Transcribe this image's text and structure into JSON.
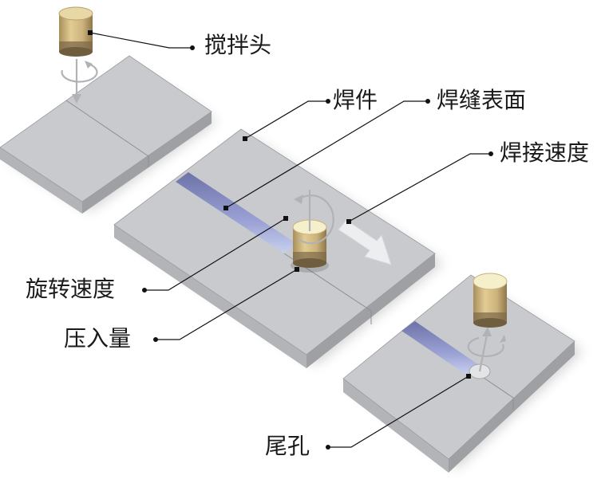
{
  "title": "搅拌摩擦焊接过程示意图",
  "labels": {
    "tool": "搅拌头",
    "workpiece": "焊件",
    "weld_surface": "焊缝表面",
    "welding_speed": "焊接速度",
    "rotation_speed": "旋转速度",
    "plunge_depth": "压入量",
    "exit_hole": "尾孔"
  },
  "stages": [
    "plunge",
    "traverse",
    "retract"
  ],
  "colors": {
    "plate_top": "#c9cacd",
    "plate_side": "#a9aaae",
    "weld": "#8f95c8",
    "tool_body": "#cdb37c",
    "tool_top": "#f3ebc4",
    "leader": "#111111",
    "arrow": "#b5b7bb"
  }
}
